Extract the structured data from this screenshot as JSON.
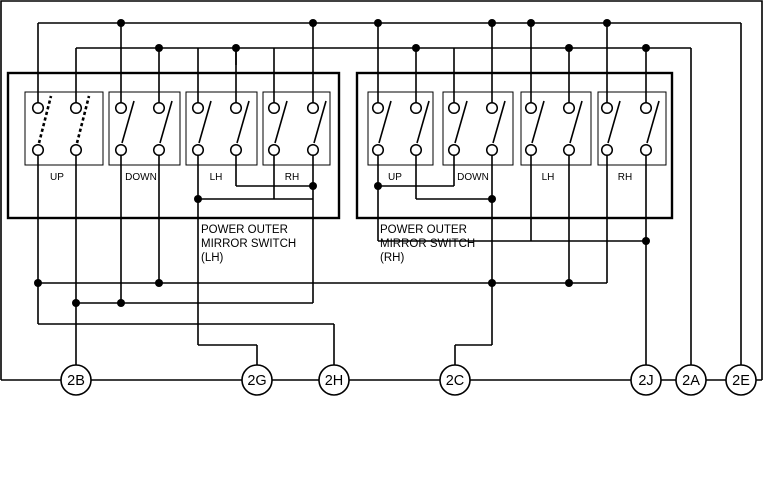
{
  "switches": [
    {
      "id": "lh",
      "title_lines": [
        "POWER OUTER",
        "MIRROR SWITCH",
        "(LH)"
      ],
      "cells": [
        {
          "label": "UP",
          "dashed": true
        },
        {
          "label": "DOWN",
          "dashed": false
        },
        {
          "label": "LH",
          "dashed": false
        },
        {
          "label": "RH",
          "dashed": false
        }
      ]
    },
    {
      "id": "rh",
      "title_lines": [
        "POWER OUTER",
        "MIRROR SWITCH",
        "(RH)"
      ],
      "cells": [
        {
          "label": "UP",
          "dashed": false
        },
        {
          "label": "DOWN",
          "dashed": false
        },
        {
          "label": "LH",
          "dashed": false
        },
        {
          "label": "RH",
          "dashed": false
        }
      ]
    }
  ],
  "connectors": [
    "2B",
    "2G",
    "2H",
    "2C",
    "2J",
    "2A",
    "2E"
  ]
}
